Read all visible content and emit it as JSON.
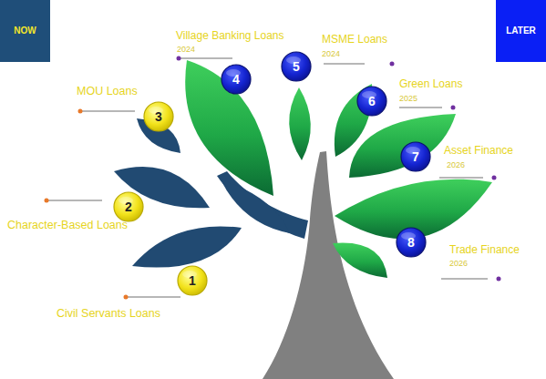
{
  "diagram": {
    "nodes": [
      {
        "text": [
          "NOW"
        ]
      },
      {
        "text": [
          "LATER"
        ]
      },
      {
        "text": [
          "1"
        ]
      },
      {
        "text": [
          "2"
        ]
      },
      {
        "text": [
          "3"
        ]
      },
      {
        "text": [
          "4"
        ]
      },
      {
        "text": [
          "5"
        ]
      },
      {
        "text": [
          "6"
        ]
      },
      {
        "text": [
          "7"
        ]
      },
      {
        "text": [
          "8"
        ]
      }
    ],
    "labels": [
      "Civil Servants Loans",
      "Character-Based Loans",
      "MOU Loans",
      "Village Banking Loans",
      "2024",
      "MSME Loans",
      "2024",
      "Green Loans",
      "2025",
      "Asset Finance",
      "2026",
      "Trade Finance",
      "2026"
    ]
  }
}
